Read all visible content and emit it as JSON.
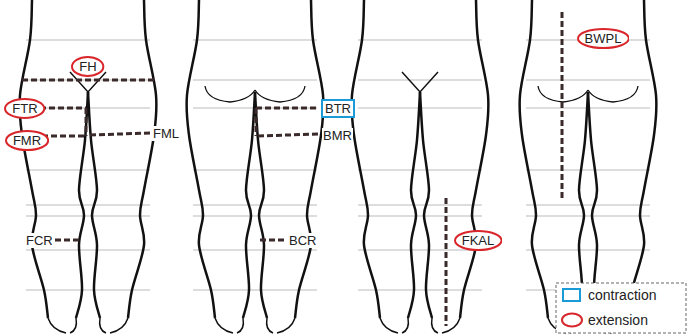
{
  "diagram": {
    "nodes": [
      {
        "text": [
          "FH"
        ]
      },
      {
        "text": [
          "FTR"
        ]
      },
      {
        "text": [
          "FMR"
        ]
      },
      {
        "text": [
          "BTR"
        ]
      },
      {
        "text": [
          "FKAL"
        ]
      },
      {
        "text": [
          "BWPL"
        ]
      }
    ],
    "labels": [
      "FML",
      "FCR",
      "BMR",
      "BCR"
    ],
    "legend": [
      {
        "text": "contraction"
      },
      {
        "text": "extension"
      }
    ]
  }
}
